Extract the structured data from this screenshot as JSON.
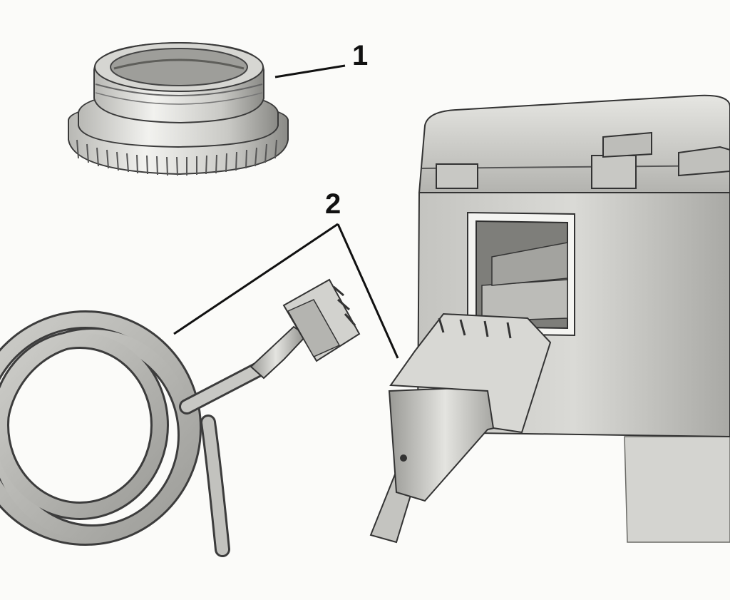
{
  "callouts": [
    {
      "label": "1",
      "part": "adapter-ring"
    },
    {
      "label": "2",
      "part": "connector-cable"
    }
  ],
  "colors": {
    "background": "#fbfbf9",
    "ink": "#111111",
    "shade_dark": "#4a4a4a",
    "shade_mid": "#8c8c8c",
    "shade_light": "#d9d9d6"
  }
}
